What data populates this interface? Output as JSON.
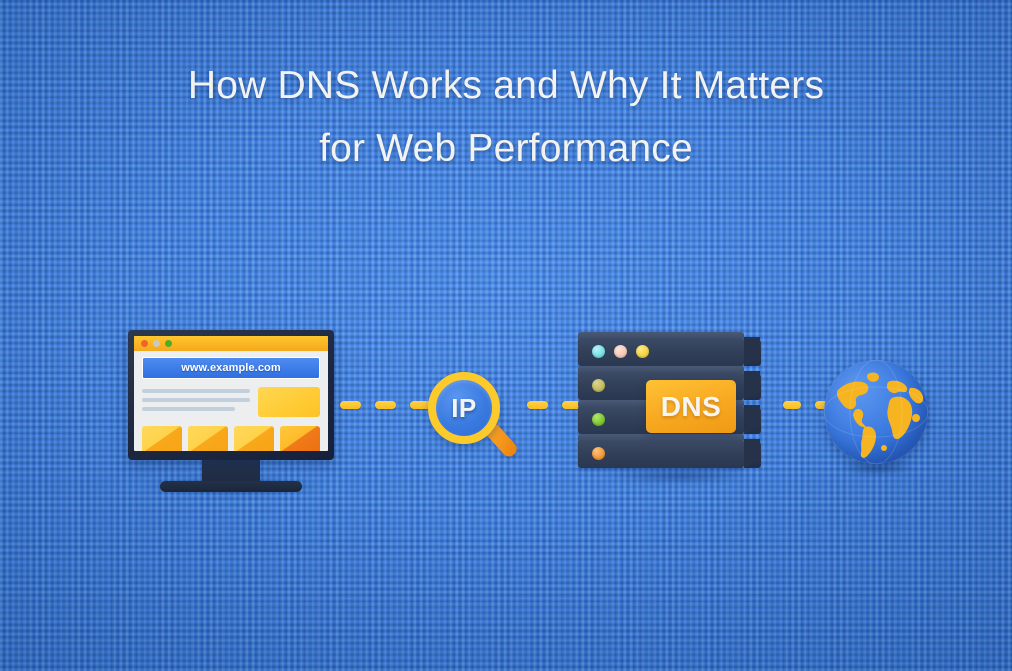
{
  "title": {
    "line1": "How DNS Works and Why It Matters",
    "line2": "for Web Performance"
  },
  "browser": {
    "url": "www.example.com",
    "dots": [
      "close-dot",
      "minimize-dot",
      "maximize-dot"
    ],
    "dot_colors": [
      "#f2622a",
      "#c9c9c2",
      "#4cae26"
    ]
  },
  "magnifier": {
    "label": "IP"
  },
  "servers": {
    "badge_label": "DNS",
    "units": [
      {
        "leds": [
          "cyan",
          "pink",
          "yellow"
        ]
      },
      {
        "leds": [
          "olive"
        ]
      },
      {
        "leds": [
          "green"
        ]
      },
      {
        "leds": [
          "orange"
        ]
      }
    ]
  },
  "globe": {
    "name": "world-globe"
  },
  "connectors": {
    "segment_a_dashes": 4,
    "segment_b_dashes": 4,
    "segment_c_dashes": 2
  },
  "colors": {
    "background_blue": "#3b7ddd",
    "accent_yellow": "#fccb2b",
    "accent_orange": "#f5941a",
    "server_navy": "#32405a",
    "title_text": "#f2f3f0"
  }
}
